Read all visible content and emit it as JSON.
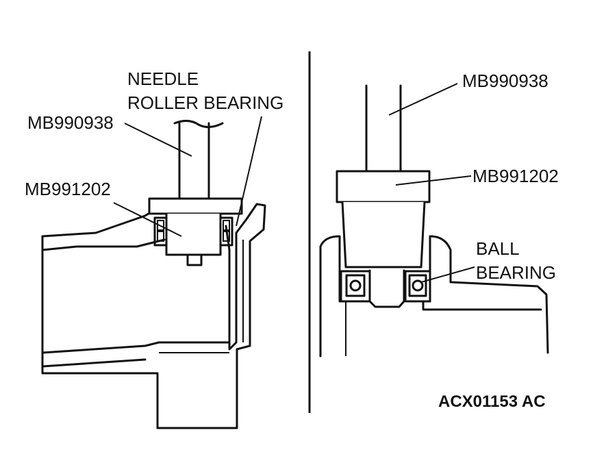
{
  "left_view": {
    "needle_line1": "NEEDLE",
    "needle_line2": "ROLLER BEARING",
    "tool_a": "MB990938",
    "tool_b": "MB991202"
  },
  "right_view": {
    "tool_a": "MB990938",
    "tool_b": "MB991202",
    "ball_line1": "BALL",
    "ball_line2": "BEARING"
  },
  "figure_code": "ACX01153 AC"
}
